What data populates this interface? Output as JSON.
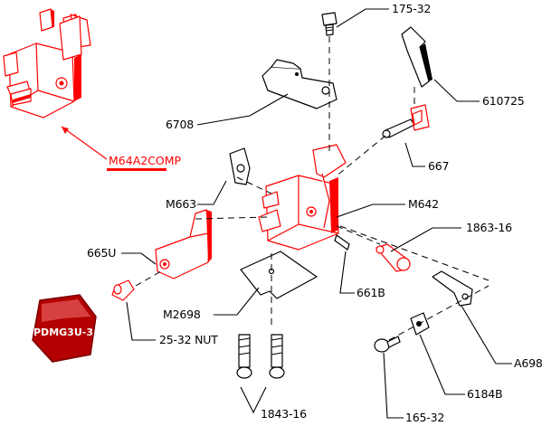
{
  "badge": {
    "text": "PDMG3U-3",
    "color": "#b30000"
  },
  "highlight_color": "#ff0000",
  "labels": {
    "assembly": "M64A2COMP",
    "p175_32": "175-32",
    "p610725": "610725",
    "p6708": "6708",
    "p667": "667",
    "pM663": "M663",
    "pM642": "M642",
    "p665U": "665U",
    "p1863_16": "1863-16",
    "pM2698": "M2698",
    "p661B": "661B",
    "p25_32_nut": "25-32 NUT",
    "pA698": "A698",
    "p6184B": "6184B",
    "p1843_16": "1843-16",
    "p165_32": "165-32"
  }
}
